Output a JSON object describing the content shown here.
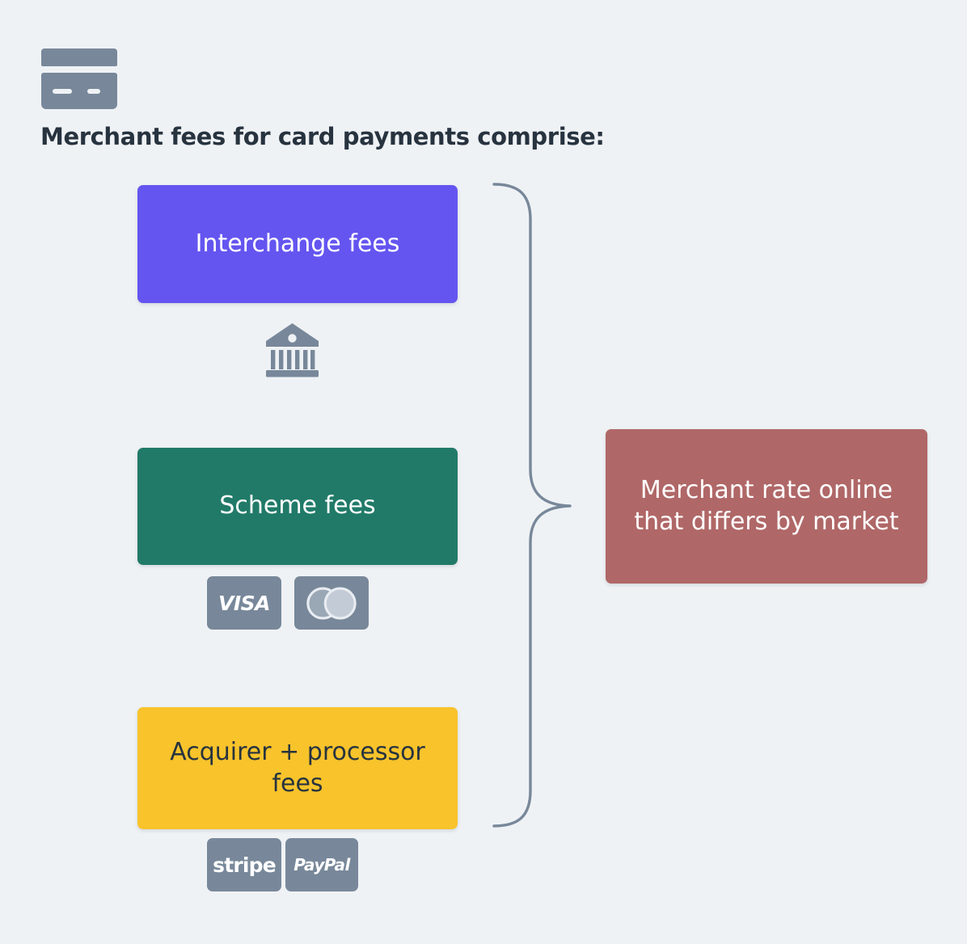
{
  "theme": {
    "background": "#eff2f5",
    "gray": "#78889a",
    "ink": "#27333f",
    "purple": "#6455f0",
    "teal": "#217a68",
    "yellow": "#f8c32b",
    "rose": "#b06767",
    "white": "#ffffff"
  },
  "header": {
    "icon": "credit-card-icon",
    "title": "Merchant fees for card payments comprise:"
  },
  "diagram": {
    "type": "brace-grouping",
    "components": [
      {
        "id": "interchange",
        "label": "Interchange fees",
        "color": "#6455f0",
        "text_color": "#ffffff",
        "icon": "bank-icon",
        "brands": []
      },
      {
        "id": "scheme",
        "label": "Scheme fees",
        "color": "#217a68",
        "text_color": "#ffffff",
        "icon": null,
        "brands": [
          "VISA",
          "mastercard"
        ]
      },
      {
        "id": "acquirer",
        "label": "Acquirer + processor fees",
        "color": "#f8c32b",
        "text_color": "#27333f",
        "icon": null,
        "brands": [
          "stripe",
          "PayPal"
        ]
      }
    ],
    "result": {
      "id": "merchant-rate",
      "label": "Merchant rate online that differs by market",
      "color": "#b06767",
      "text_color": "#ffffff"
    },
    "connector": {
      "kind": "curly-brace",
      "orientation": "left-to-right",
      "color": "#78889a"
    }
  },
  "brands": {
    "visa": "VISA",
    "mastercard_icon": "mastercard-icon",
    "stripe": "stripe",
    "paypal": "PayPal"
  }
}
